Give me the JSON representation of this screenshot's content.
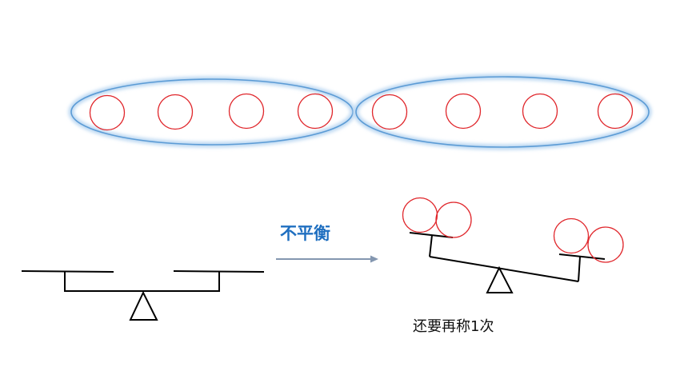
{
  "diagram": {
    "groups": [
      {
        "name": "group-left",
        "ball_count": 4
      },
      {
        "name": "group-right",
        "ball_count": 4
      }
    ],
    "transition_label": "不平衡",
    "note": "还要再称1次",
    "colors": {
      "ball_stroke": "#e0262b",
      "ellipse_stroke": "#5b9bd5",
      "ellipse_glow": "#bcd8f2",
      "line": "#000000",
      "arrow": "#8497b0",
      "label": "#1f6fc0"
    }
  }
}
